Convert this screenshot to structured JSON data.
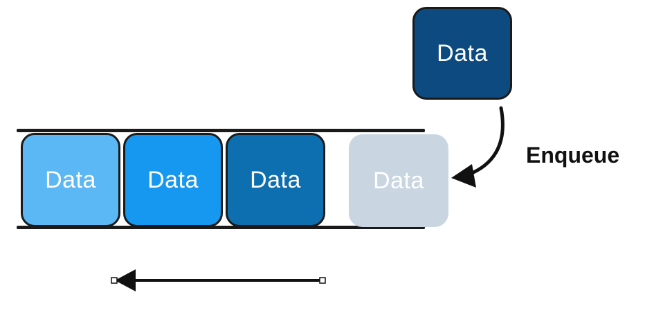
{
  "blocks": [
    {
      "label": "Data",
      "color": "#5bb8f5"
    },
    {
      "label": "Data",
      "color": "#1698f0"
    },
    {
      "label": "Data",
      "color": "#0d6fb0"
    },
    {
      "label": "Data",
      "color": "#c9d6e2"
    },
    {
      "label": "Data",
      "color": "#0d4a80"
    }
  ],
  "operation_label": "Enqueue"
}
